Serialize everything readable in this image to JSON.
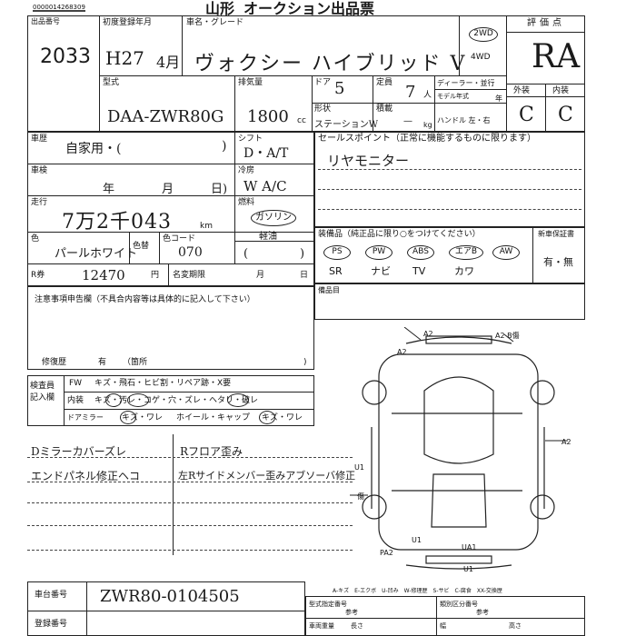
{
  "header": {
    "barcode_text": "0000014268309",
    "title": "オークション出品票",
    "badge": "山形"
  },
  "lot": {
    "number": "2033"
  },
  "first_reg": {
    "label": "初度登録年月",
    "era_year": "H27",
    "month": "4月"
  },
  "car_name": {
    "label": "車名・グレード",
    "value": "ヴォクシー ハイブリッド V"
  },
  "drive": {
    "opt1": "2WD",
    "opt2": "4WD"
  },
  "model": {
    "label": "型式",
    "value": "DAA-ZWR80G"
  },
  "displacement": {
    "label": "排気量",
    "value": "1800",
    "unit": "cc"
  },
  "doors": {
    "label": "ドア",
    "value": "5"
  },
  "capacity": {
    "label": "定員",
    "value": "7",
    "unit": "人"
  },
  "dealer": {
    "label": "ディーラー・並行"
  },
  "model_year": {
    "label": "モデル年式",
    "unit": "年"
  },
  "shape": {
    "label": "形状",
    "value": "ステーションW"
  },
  "load": {
    "label": "積載",
    "value": "—",
    "unit": "kg"
  },
  "handle": {
    "label": "ハンドル 左・右"
  },
  "grade": {
    "label": "評価点",
    "value": "RA",
    "ext_label": "外装",
    "int_label": "内装",
    "ext_value": "C",
    "int_value": "C"
  },
  "usage": {
    "label": "車歴",
    "text": "自家用・("
  },
  "shift": {
    "label": "シフト",
    "value": "D・A/T"
  },
  "sales_point": {
    "label": "セールスポイント（正常に機能するものに限ります）",
    "value": "リヤモニター"
  },
  "inspection": {
    "label": "車検",
    "year": "年",
    "month": "月",
    "day": "日)"
  },
  "aircon": {
    "label": "冷房",
    "value": "W A/C"
  },
  "mileage": {
    "label": "走行",
    "value": "7万2千043",
    "unit": "km"
  },
  "fuel": {
    "label": "燃料",
    "value": "ガソリン",
    "opt": "軽油"
  },
  "equipment": {
    "label": "装備品（純正品に限り○をつけてください）",
    "new_warranty": "新車保証書",
    "row1": [
      "PS",
      "PW",
      "ABS",
      "エアB",
      "AW"
    ],
    "row2": [
      "SR",
      "ナビ",
      "TV",
      "カワ"
    ],
    "warranty_value": "有・無"
  },
  "color": {
    "label": "色",
    "value": "パールホワイト",
    "change_label": "色替",
    "code_label": "色コード",
    "code_value": "070"
  },
  "recycle": {
    "label": "R券",
    "value": "12470",
    "unit": "円"
  },
  "name_change": {
    "label": "名変期限",
    "month": "月",
    "day": "日"
  },
  "accessories": {
    "label": "備品目"
  },
  "notes": {
    "label": "注意事項申告欄（不具合内容等は具体的に記入して下さい）",
    "repair_label": "修復歴",
    "repair_value": "有",
    "repair_place": "（箇所",
    "close": ")"
  },
  "checklist": {
    "label1": "検査員",
    "label2": "記入欄",
    "rows": [
      {
        "key": "FW",
        "items": "キズ・飛石・ヒビ割・リペア跡・X要"
      },
      {
        "key": "内装",
        "items": "キズ・汚レ・コゲ・穴・ズレ・ヘタリ・破レ"
      },
      {
        "key": "ドアミラー",
        "items": "キズ・ワレ",
        "key2": "ホイール・キャップ",
        "items2": "キズ・ワレ"
      }
    ]
  },
  "remarks": {
    "left": [
      "Dミラーカバーズレ",
      "エンドパネル修正ヘコ"
    ],
    "right": [
      "Rフロア歪み",
      "左Rサイドメンバー歪みアブソーバ修正"
    ]
  },
  "diagram": {
    "marks": [
      "A2",
      "A2",
      "A2 B傷",
      "A2",
      "U1",
      "傷",
      "PA2",
      "U1",
      "UA1",
      "U1"
    ]
  },
  "legend": {
    "text": "A-キズ　E-エクボ　U-凹み　W-修理歴　S-サビ　C-腐食　XX-交換歴"
  },
  "chassis": {
    "label": "車台番号",
    "value": "ZWR80-0104505"
  },
  "registration": {
    "label": "登録番号"
  },
  "footer": {
    "c1": "型式指定番号",
    "c1b": "参考",
    "c2": "類別区分番号",
    "c2b": "参考",
    "c3": "車両重量",
    "c3b": "長さ",
    "c4": "幅",
    "c5": "高さ"
  }
}
